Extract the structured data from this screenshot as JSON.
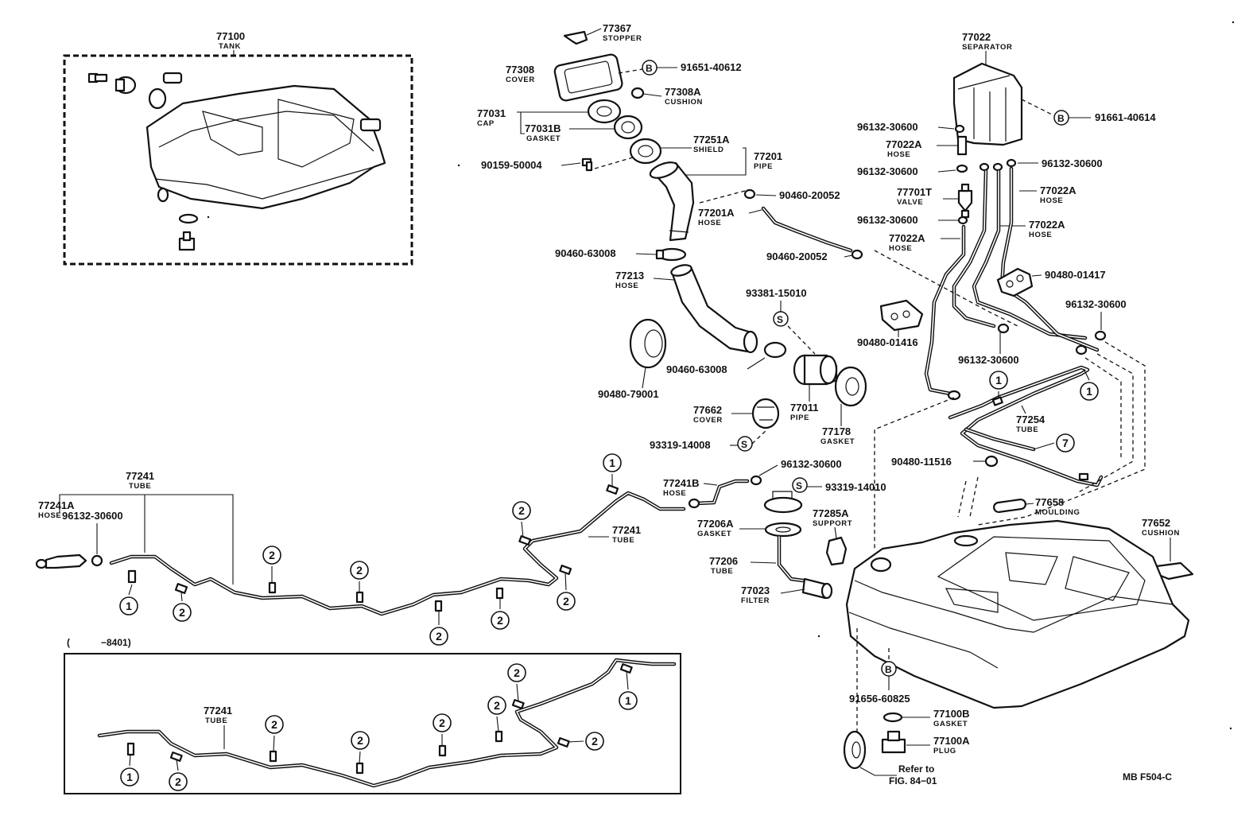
{
  "parts": {
    "p77100": {
      "num": "77100",
      "name": "TANK"
    },
    "p77367": {
      "num": "77367",
      "name": "STOPPER"
    },
    "p77308": {
      "num": "77308",
      "name": "COVER"
    },
    "p91651_40612": {
      "num": "91651-40612",
      "marker": "B"
    },
    "p77308A": {
      "num": "77308A",
      "name": "CUSHION"
    },
    "p77031": {
      "num": "77031",
      "name": "CAP"
    },
    "p77031B": {
      "num": "77031B",
      "name": "GASKET"
    },
    "p77251A": {
      "num": "77251A",
      "name": "SHIELD"
    },
    "p77201": {
      "num": "77201",
      "name": "PIPE"
    },
    "p90159_50004": {
      "num": "90159-50004"
    },
    "p90460_20052a": {
      "num": "90460-20052"
    },
    "p77201A": {
      "num": "77201A",
      "name": "HOSE"
    },
    "p90460_20052b": {
      "num": "90460-20052"
    },
    "p90460_63008a": {
      "num": "90460-63008"
    },
    "p77213": {
      "num": "77213",
      "name": "HOSE"
    },
    "p93381_15010": {
      "num": "93381-15010",
      "marker": "S"
    },
    "p90460_63008b": {
      "num": "90460-63008"
    },
    "p90480_79001": {
      "num": "90480-79001"
    },
    "p77011": {
      "num": "77011",
      "name": "PIPE"
    },
    "p77178": {
      "num": "77178",
      "name": "GASKET"
    },
    "p77662": {
      "num": "77662",
      "name": "COVER"
    },
    "p93319_14008": {
      "num": "93319-14008",
      "marker": "S"
    },
    "p96132_30600_b": {
      "num": "96132-30600"
    },
    "p77241B": {
      "num": "77241B",
      "name": "HOSE"
    },
    "p93319_14010": {
      "num": "93319-14010",
      "marker": "S"
    },
    "p77285A": {
      "num": "77285A",
      "name": "SUPPORT"
    },
    "p77206A": {
      "num": "77206A",
      "name": "GASKET"
    },
    "p77206": {
      "num": "77206",
      "name": "TUBE"
    },
    "p77023": {
      "num": "77023",
      "name": "FILTER"
    },
    "p77022": {
      "num": "77022",
      "name": "SEPARATOR"
    },
    "p91661_40614": {
      "num": "91661-40614",
      "marker": "B"
    },
    "p96132_s1": {
      "num": "96132-30600"
    },
    "p77022A_1": {
      "num": "77022A",
      "name": "HOSE"
    },
    "p96132_s2": {
      "num": "96132-30600"
    },
    "p96132_s3": {
      "num": "96132-30600"
    },
    "p77701T": {
      "num": "77701T",
      "name": "VALVE"
    },
    "p77022A_2": {
      "num": "77022A",
      "name": "HOSE"
    },
    "p96132_s4": {
      "num": "96132-30600"
    },
    "p77022A_3": {
      "num": "77022A",
      "name": "HOSE"
    },
    "p77022A_4": {
      "num": "77022A",
      "name": "HOSE"
    },
    "p90480_01417": {
      "num": "90480-01417"
    },
    "p90480_01416": {
      "num": "90480-01416"
    },
    "p96132_s5": {
      "num": "96132-30600"
    },
    "p96132_s6": {
      "num": "96132-30600"
    },
    "p77254": {
      "num": "77254",
      "name": "TUBE"
    },
    "p90480_11516": {
      "num": "90480-11516"
    },
    "p77658": {
      "num": "77658",
      "name": "MOULDING"
    },
    "p77652": {
      "num": "77652",
      "name": "CUSHION"
    },
    "p91656_60825": {
      "num": "91656-60825",
      "marker": "B"
    },
    "p77100B": {
      "num": "77100B",
      "name": "GASKET"
    },
    "p77100A": {
      "num": "77100A",
      "name": "PLUG"
    },
    "p77241a": {
      "num": "77241",
      "name": "TUBE"
    },
    "p77241A": {
      "num": "77241A",
      "name": "HOSE"
    },
    "p96132_left": {
      "num": "96132-30600"
    },
    "p77241b": {
      "num": "77241",
      "name": "TUBE"
    },
    "p77241c": {
      "num": "77241",
      "name": "TUBE"
    }
  },
  "refer": {
    "line1": "Refer to",
    "line2": "FIG. 84−01"
  },
  "range_label": {
    "open": "(",
    "code": "−8401)"
  },
  "diagram_code": "MB F504-C",
  "circled": {
    "one": "1",
    "two": "2",
    "seven": "7"
  }
}
